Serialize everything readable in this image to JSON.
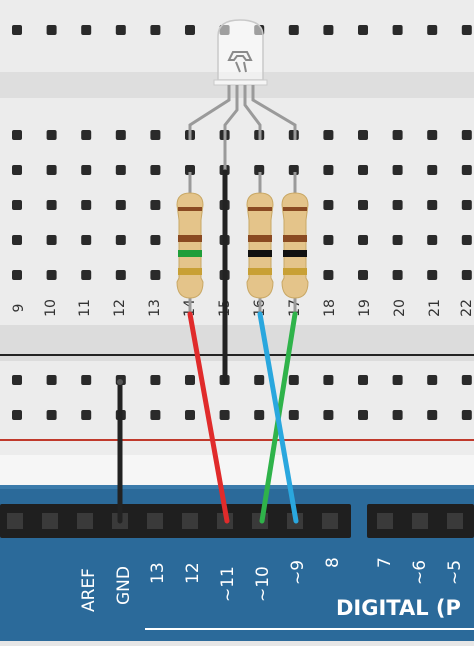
{
  "breadboard": {
    "column_numbers": [
      "9",
      "10",
      "11",
      "12",
      "13",
      "14",
      "15",
      "16",
      "17",
      "18",
      "19",
      "20",
      "21",
      "22"
    ],
    "rail_colors": {
      "negative": "#222222",
      "positive": "#c0392b"
    }
  },
  "led": {
    "type": "RGB LED (common cathode)",
    "leg_count": 4
  },
  "resistors": [
    {
      "column": "14",
      "bands": [
        "#8a4a22",
        "#8a4a22",
        "#1f9e3a",
        "#c8a035"
      ]
    },
    {
      "column": "16",
      "bands": [
        "#8a4a22",
        "#8a4a22",
        "#111111",
        "#c8a035"
      ]
    },
    {
      "column": "17",
      "bands": [
        "#8a4a22",
        "#8a4a22",
        "#111111",
        "#c8a035"
      ]
    }
  ],
  "wires": [
    {
      "color": "#e02b2b",
      "from": "resistor col 14",
      "to": "~11"
    },
    {
      "color": "#2aa7de",
      "from": "resistor col 16",
      "to": "~9"
    },
    {
      "color": "#2fb34a",
      "from": "resistor col 17",
      "to": "~10"
    },
    {
      "color": "#222222",
      "from": "LED cathode",
      "to": "rail -"
    },
    {
      "color": "#222222",
      "from": "rail -",
      "to": "GND"
    }
  ],
  "arduino": {
    "pins_left": [
      "AREF",
      "GND",
      "13",
      "12",
      "~11",
      "~10",
      "~9",
      "8"
    ],
    "pins_right": [
      "7",
      "~6",
      "~5"
    ],
    "section_label": "DIGITAL (P"
  }
}
